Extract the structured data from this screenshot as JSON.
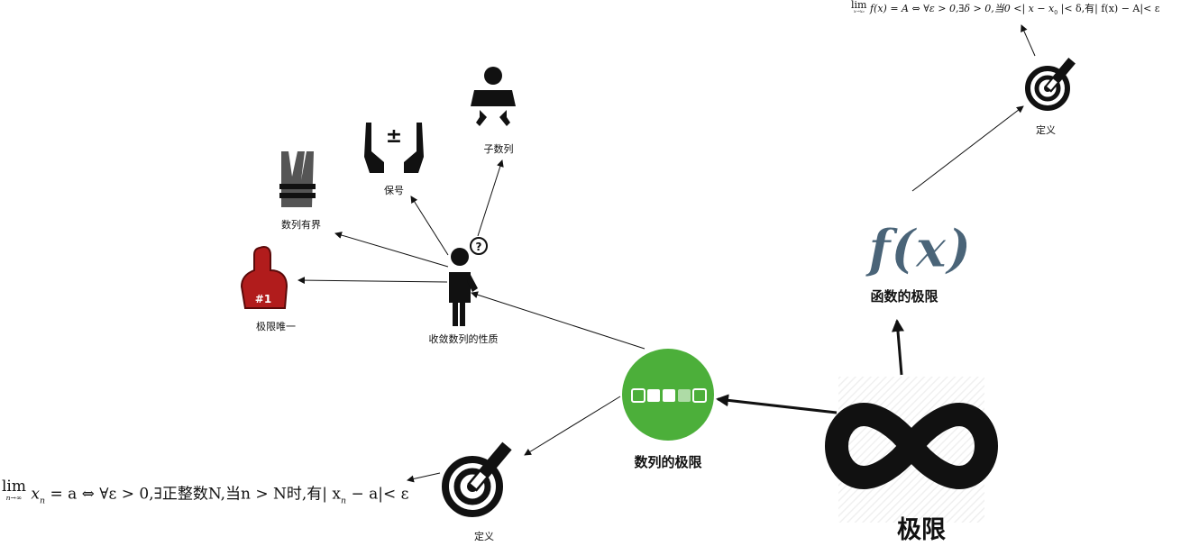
{
  "root": {
    "label": "极限"
  },
  "nodes": {
    "seq_limit": {
      "label": "数列的极限"
    },
    "func_limit": {
      "label": "函数的极限",
      "icon_text": "f(x)"
    },
    "seq_def": {
      "label": "定义"
    },
    "func_def": {
      "label": "定义"
    },
    "properties": {
      "label": "收敛数列的性质"
    },
    "uniqueness": {
      "label": "极限唯一",
      "badge": "#1"
    },
    "bounded": {
      "label": "数列有界"
    },
    "sign_preserve": {
      "label": "保号"
    },
    "subsequence": {
      "label": "子数列"
    }
  },
  "formulas": {
    "seq": {
      "lim": "lim",
      "under": "n→∞",
      "body": "x",
      "rest": "= a ⇔ ∀ε > 0,∃正整数N,当n > N时,有| x",
      "tail": "− a|< ε"
    },
    "func": {
      "lim": "lim",
      "under": "x→x₀",
      "body": "f(x) = A ⇔ ∀ε > 0,∃δ > 0,当0 <| x − x",
      "tail": "|< δ,有| f(x) − A|< ε"
    }
  },
  "colors": {
    "seq_circle": "#4caf3a",
    "uniqueness_red": "#b11c1c",
    "ink": "#111111",
    "bounded_gray": "#555555"
  }
}
